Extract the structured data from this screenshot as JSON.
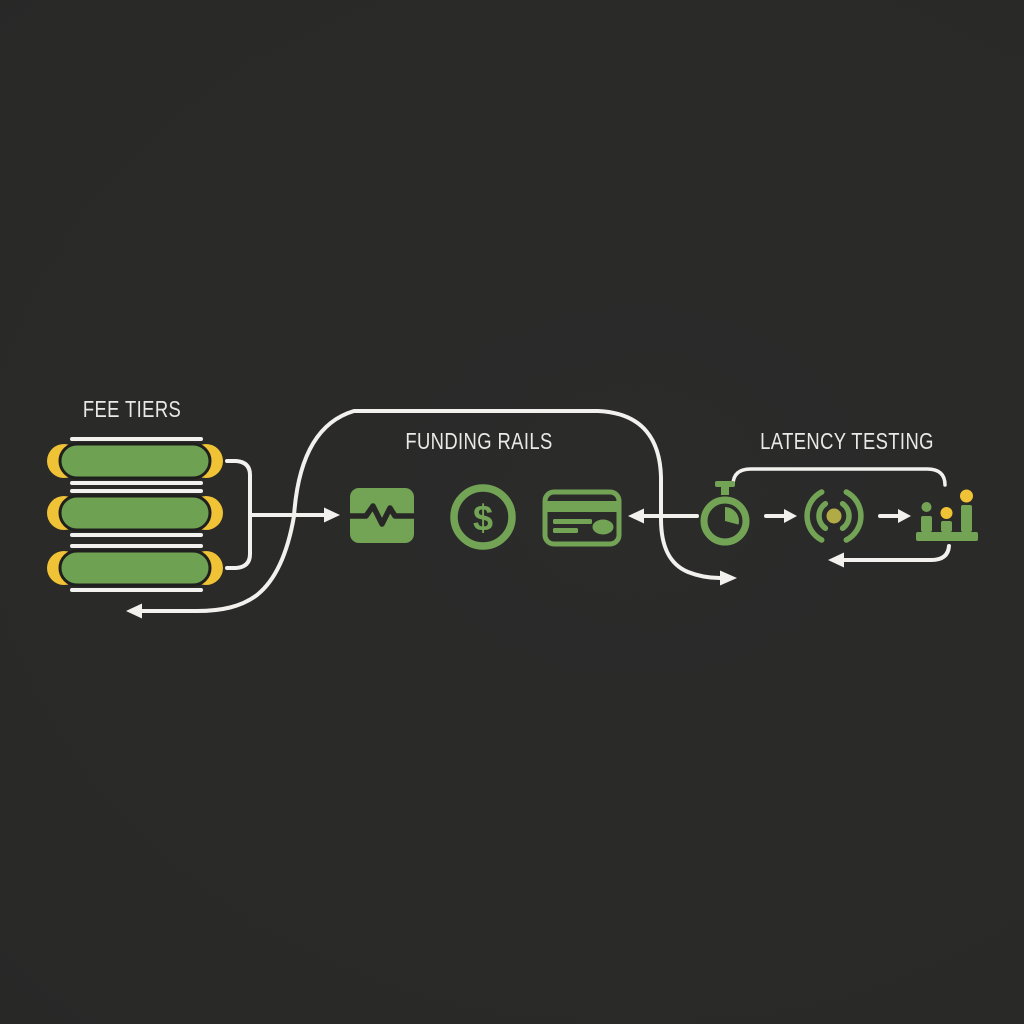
{
  "diagram": {
    "type": "flow-diagram"
  },
  "colors": {
    "background": "#292928",
    "green": "#73a456",
    "pill_green": "#6fa153",
    "yellow": "#f0c235",
    "olive": "#b1ab47",
    "line": "#f2f1ee",
    "text": "#e9e9e6",
    "dark": "#272725",
    "outline": "#1f1f1e"
  },
  "sections": {
    "fee_tiers": {
      "title": "FEE TIERS",
      "tier_count": 3,
      "icons": [
        "fee-tier-pill",
        "fee-tier-pill",
        "fee-tier-pill"
      ]
    },
    "funding_rails": {
      "title": "FUNDING RAILS",
      "dollar_glyph": "$",
      "icons": [
        "activity-pulse-icon",
        "dollar-coin-icon",
        "credit-card-icon"
      ]
    },
    "latency_testing": {
      "title": "LATENCY TESTING",
      "icons": [
        "stopwatch-icon",
        "signal-broadcast-icon",
        "bar-chart-icon"
      ]
    }
  },
  "flow": {
    "arrows": [
      "fee-tiers-to-funding-arrow",
      "funding-bubble-over-to-latency-arrow",
      "stopwatch-to-credit-card-arrow",
      "return-to-fee-tiers-arrow",
      "stopwatch-to-signal-arrow",
      "signal-to-bar-chart-arrow",
      "bar-chart-return-arrow"
    ]
  }
}
